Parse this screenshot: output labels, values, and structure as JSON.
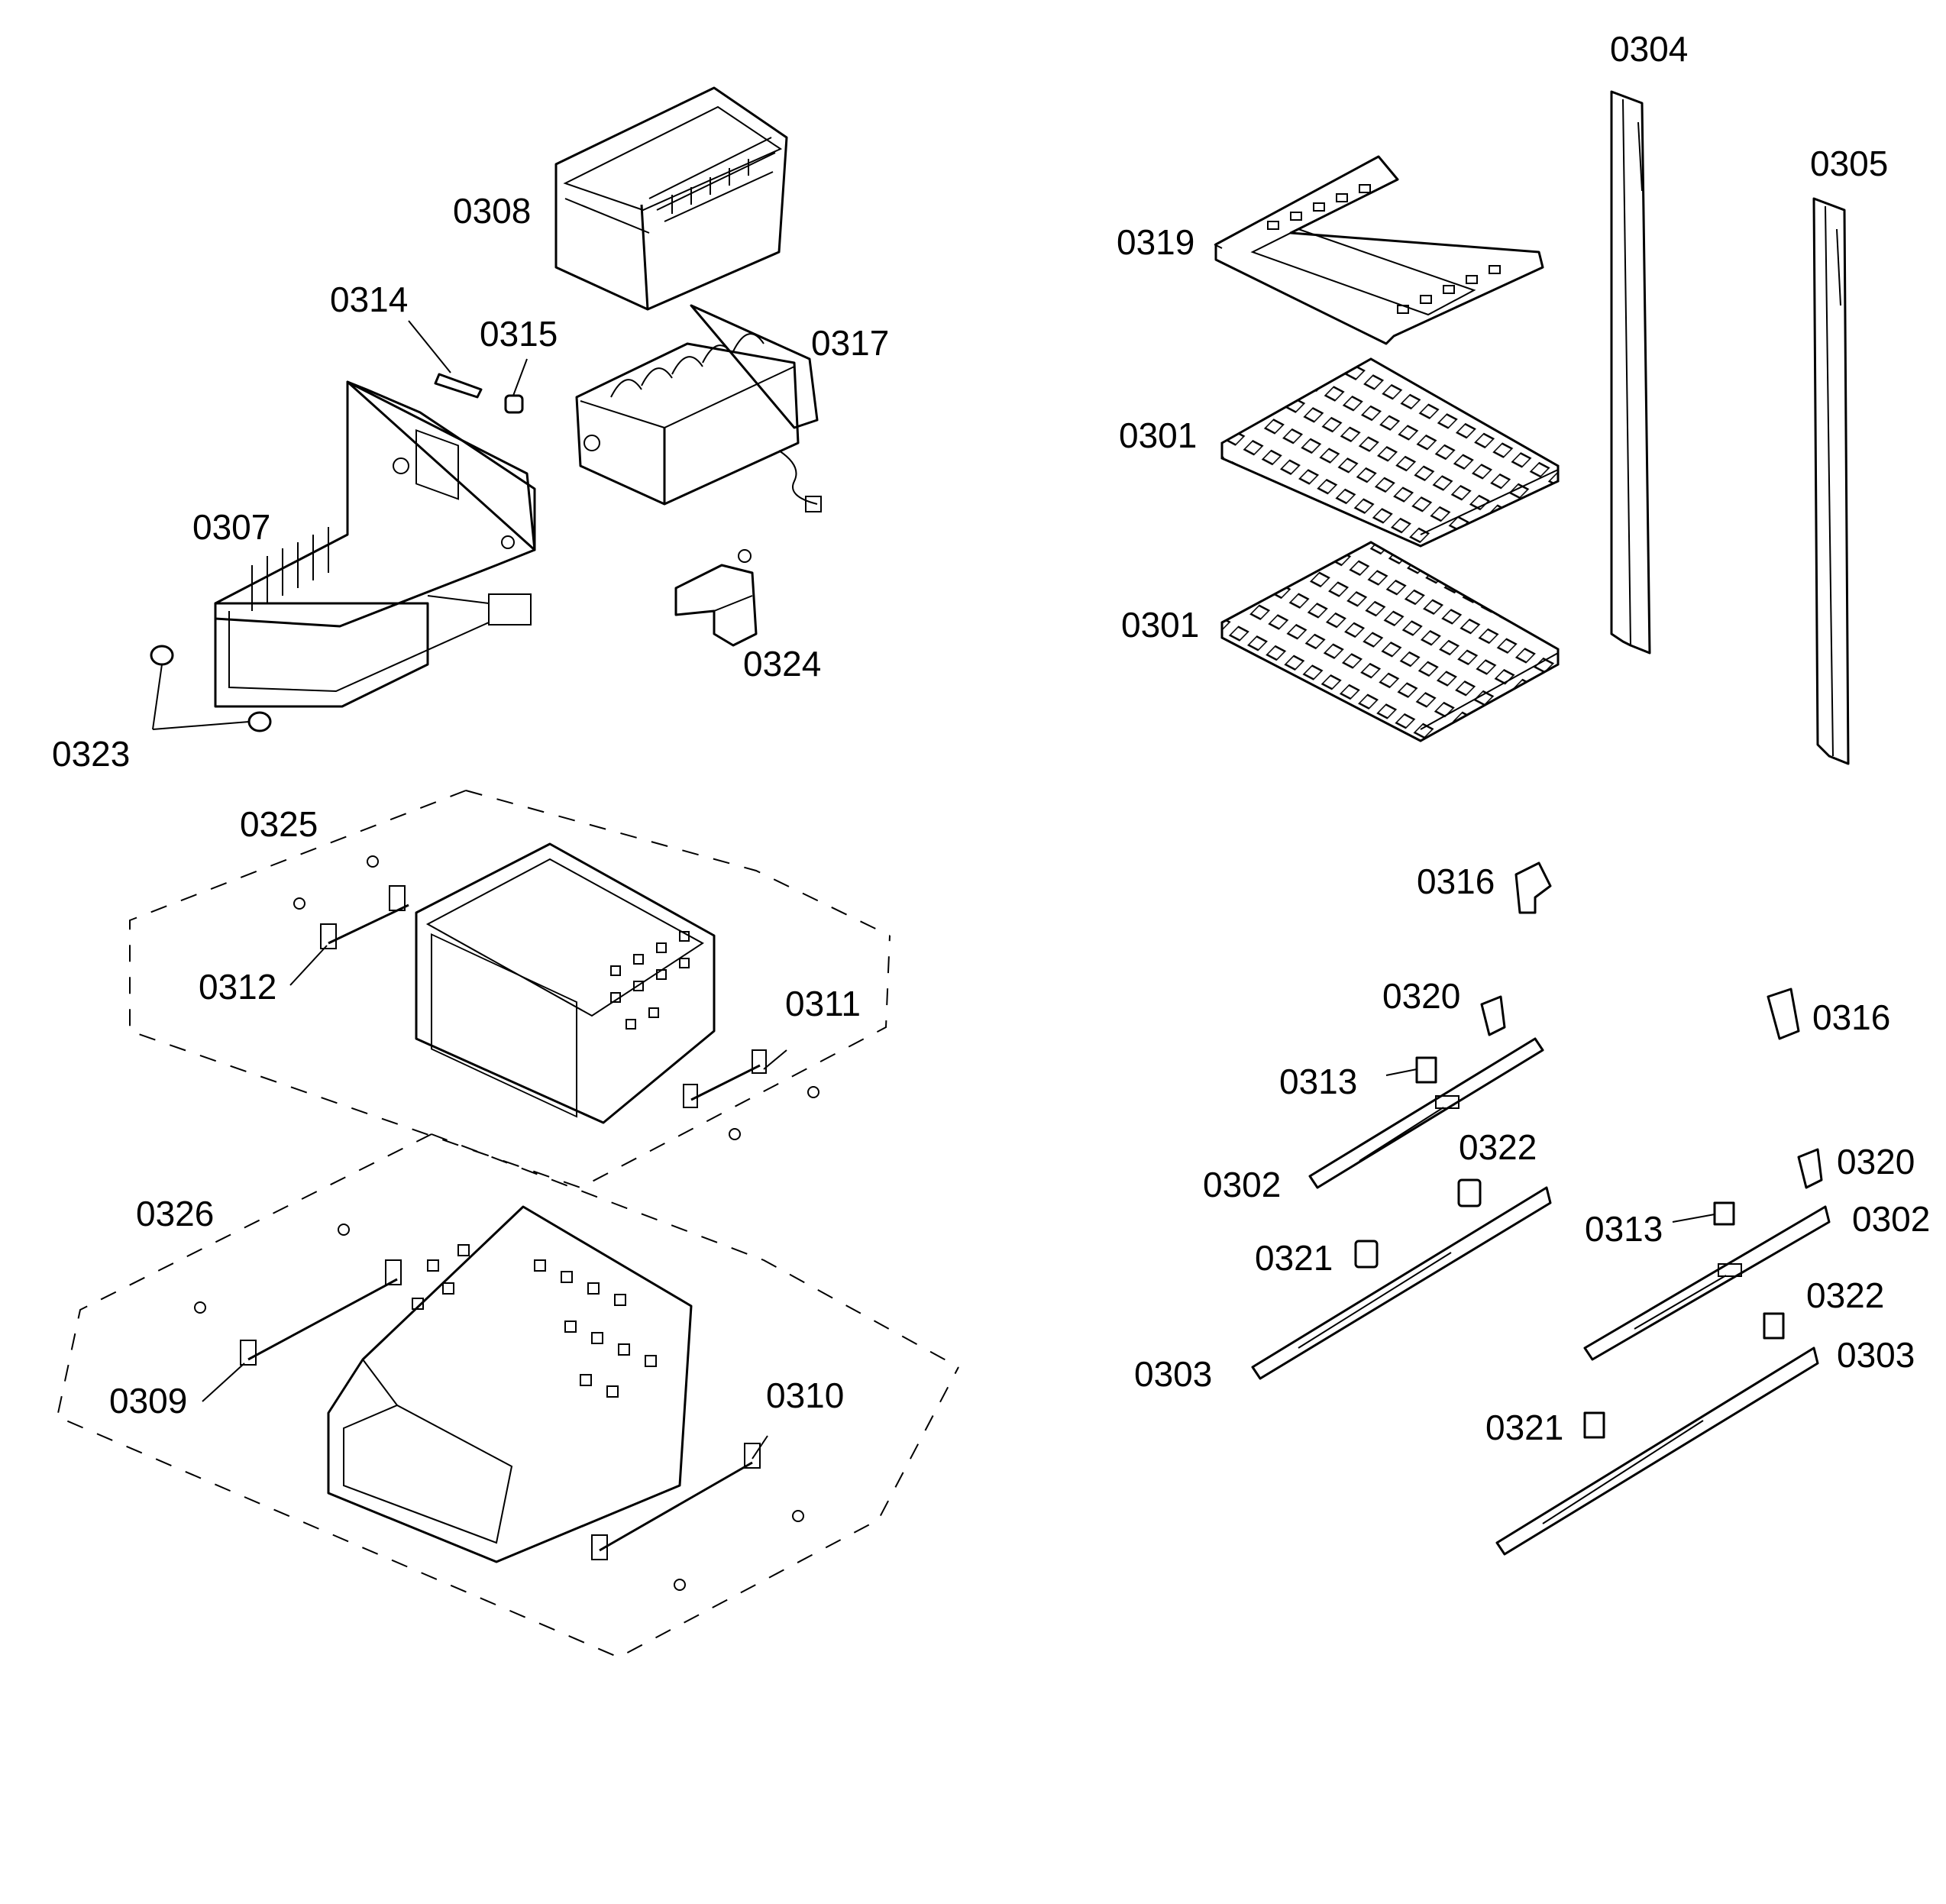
{
  "diagram": {
    "labels": {
      "l0308": "0308",
      "l0314": "0314",
      "l0315": "0315",
      "l0317": "0317",
      "l0307": "0307",
      "l0324": "0324",
      "l0323": "0323",
      "l0304": "0304",
      "l0305": "0305",
      "l0319": "0319",
      "l0301a": "0301",
      "l0301b": "0301",
      "l0325": "0325",
      "l0312": "0312",
      "l0311": "0311",
      "l0326": "0326",
      "l0309": "0309",
      "l0310": "0310",
      "l0316a": "0316",
      "l0316b": "0316",
      "l0320a": "0320",
      "l0320b": "0320",
      "l0313a": "0313",
      "l0313b": "0313",
      "l0302a": "0302",
      "l0302b": "0302",
      "l0322a": "0322",
      "l0322b": "0322",
      "l0321a": "0321",
      "l0321b": "0321",
      "l0303a": "0303",
      "l0303b": "0303"
    }
  }
}
